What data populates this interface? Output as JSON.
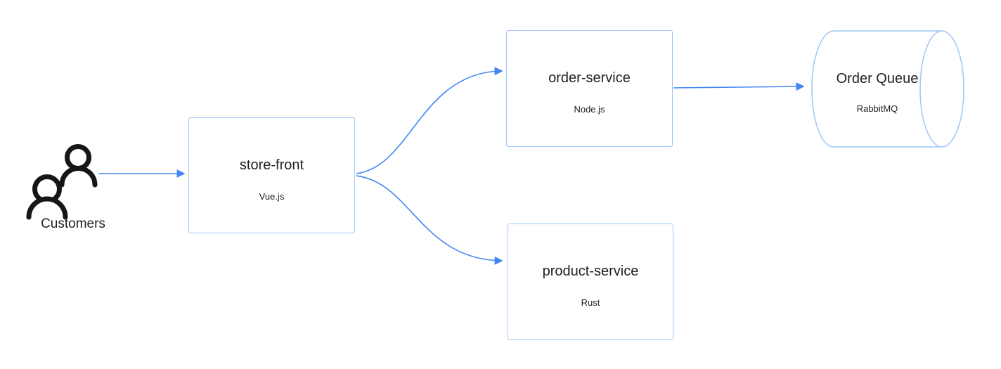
{
  "diagram": {
    "colors": {
      "node_border": "#9fc5f8",
      "edge": "#4285f4",
      "text": "#212121",
      "icon": "#161616"
    },
    "nodes": {
      "customers": {
        "label": "Customers"
      },
      "store_front": {
        "title": "store-front",
        "subtitle": "Vue.js"
      },
      "order_service": {
        "title": "order-service",
        "subtitle": "Node.js"
      },
      "product_service": {
        "title": "product-service",
        "subtitle": "Rust"
      },
      "order_queue": {
        "title": "Order Queue",
        "subtitle": "RabbitMQ"
      }
    },
    "edges": [
      {
        "from": "customers",
        "to": "store_front"
      },
      {
        "from": "store_front",
        "to": "order_service"
      },
      {
        "from": "store_front",
        "to": "product_service"
      },
      {
        "from": "order_service",
        "to": "order_queue"
      }
    ]
  }
}
